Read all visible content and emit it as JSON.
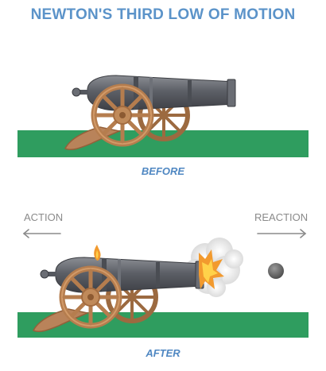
{
  "title": "NEWTON'S THIRD LOW OF MOTION",
  "before_label": "BEFORE",
  "after_label": "AFTER",
  "action_label": "ACTION",
  "reaction_label": "REACTION",
  "colors": {
    "title": "#5b93c9",
    "ground": "#2f9d5f",
    "ground_dark": "#1f8c4a",
    "barrel": "#55585f",
    "wheel": "#c08a5a",
    "label_gray": "#8a8a8a"
  },
  "icons": [
    "cannon-before",
    "cannon-after",
    "cannonball",
    "arrow-left-icon",
    "arrow-right-icon",
    "fuse-flame-icon",
    "muzzle-blast"
  ]
}
